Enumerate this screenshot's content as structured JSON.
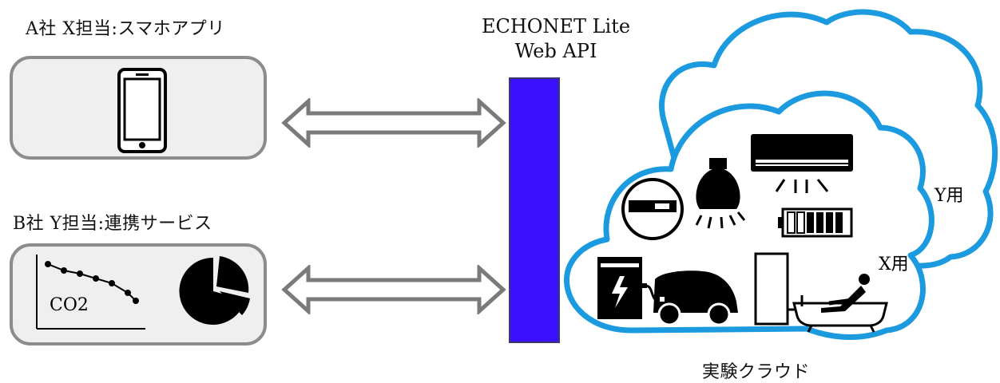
{
  "company_a": {
    "label": "A社 X担当:スマホアプリ"
  },
  "company_b": {
    "label": "B社 Y担当:連携サービス",
    "chart_text": "CO2"
  },
  "api": {
    "line1": "ECHONET Lite",
    "line2": "Web API",
    "bar_color": "#3a10ff"
  },
  "cloud": {
    "caption": "実験クラウド",
    "outer_label": "Y用",
    "inner_label": "X用",
    "outline_color": "#1b9ae0"
  },
  "icons": [
    "smartphone-icon",
    "line-chart-icon",
    "pie-chart-icon",
    "smart-meter-icon",
    "light-bulb-icon",
    "air-conditioner-icon",
    "battery-icon",
    "ev-charger-icon",
    "electric-car-icon",
    "water-heater-icon",
    "bathtub-icon"
  ]
}
